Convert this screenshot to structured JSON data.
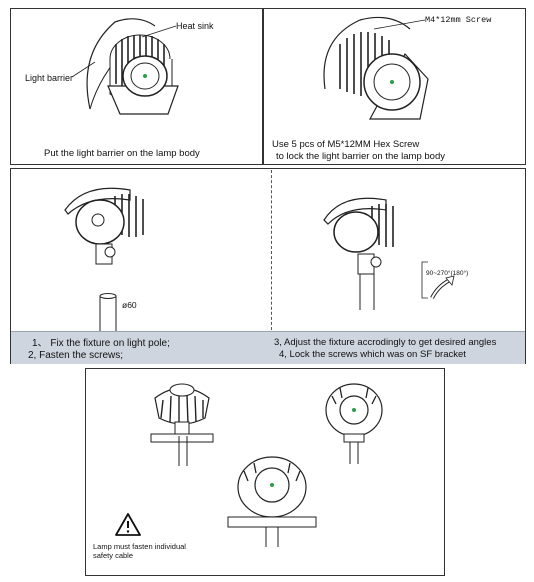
{
  "step1": {
    "label_heat_sink": "Heat sink",
    "label_light_barrier": "Light barrier",
    "caption": "Put the light barrier on the lamp body"
  },
  "step2": {
    "label_screw": "M4*12mm Screw",
    "caption_line1": "Use 5 pcs of M5*12MM Hex Screw",
    "caption_line2": "to lock the light barrier on the lamp body"
  },
  "step3": {
    "pole_diameter": "ø60",
    "angle_label": "90~270°(180°)"
  },
  "instructions": {
    "line1": "1、 Fix the fixture on light pole;",
    "line2": "2, Fasten the screws;",
    "line3": "3, Adjust the fixture accrodingly to get desired angles",
    "line4": "4, Lock the screws which was on SF bracket"
  },
  "step5": {
    "warning_line1": "Lamp must fasten individual",
    "warning_line2": "safety cable"
  }
}
